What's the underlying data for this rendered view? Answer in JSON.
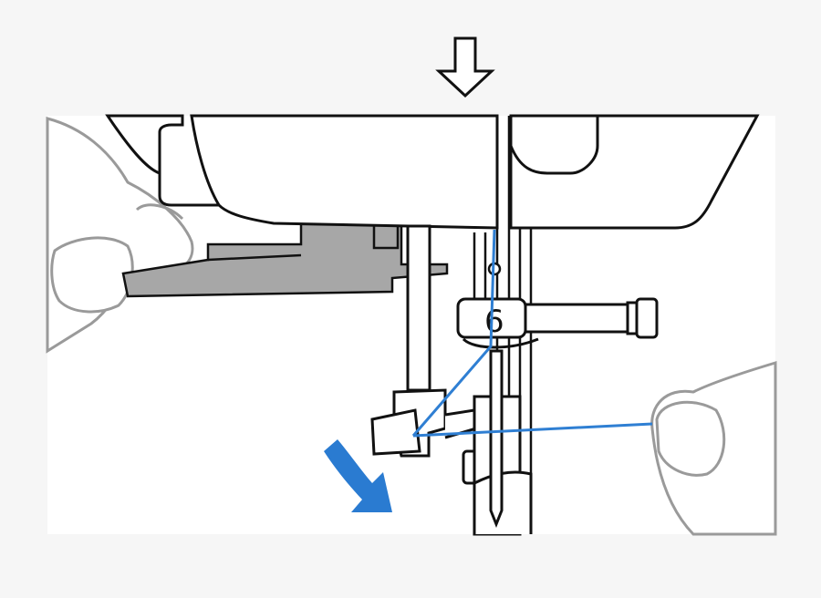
{
  "illustration": {
    "needle_bar_label": "6",
    "colors": {
      "thread": "#2f7fd3",
      "direction_arrow": "#2a7bd1",
      "outline": "#1a1a1a",
      "hand_outline": "#9a9a9a",
      "presser_lever": "#a7a7a7",
      "background": "#f6f6f6",
      "panel": "#ffffff"
    },
    "icons": [
      "down-arrow-outline",
      "curved-direction-arrow"
    ]
  }
}
